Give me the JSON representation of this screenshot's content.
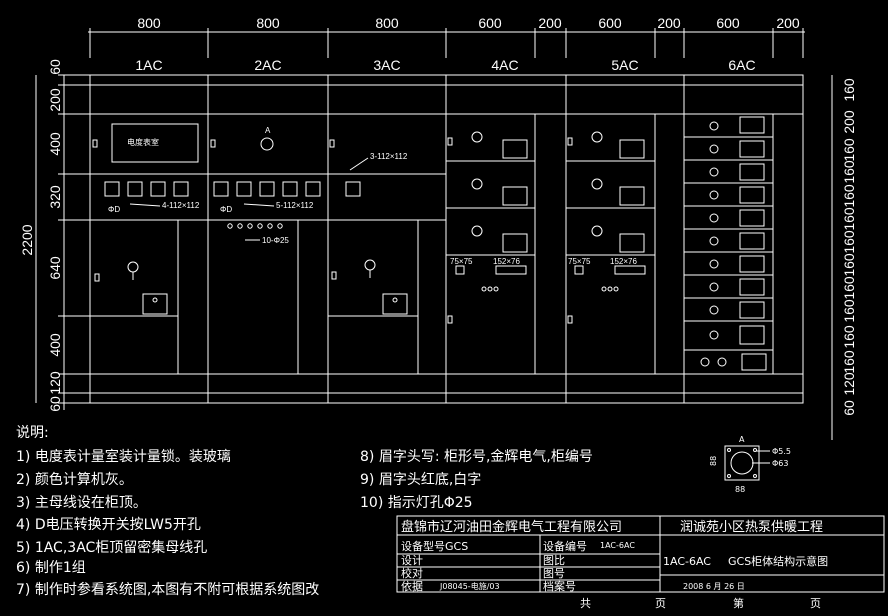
{
  "top_dims": [
    "800",
    "800",
    "800",
    "600",
    "200",
    "600",
    "200",
    "600",
    "200"
  ],
  "cabinets": [
    "1AC",
    "2AC",
    "3AC",
    "4AC",
    "5AC",
    "6AC"
  ],
  "left_dims": [
    "60",
    "200",
    "400",
    "320",
    "640",
    "400",
    "120",
    "60"
  ],
  "total_height": "2200",
  "right_dims": [
    "160",
    "200",
    "160",
    "160",
    "160",
    "160",
    "160",
    "160",
    "160",
    "160",
    "160",
    "160",
    "120",
    "60"
  ],
  "panel_labels": {
    "meter_box": "电度表室",
    "ammeter": "A",
    "hole_1ac": "4-112×112",
    "hole_2ac": "5-112×112",
    "hole_3ac": "3-112×112",
    "lamp_2ac": "10-Φ25",
    "d_label": "ΦD",
    "sq75": "75×75",
    "sq152": "152×76"
  },
  "notes": {
    "title": "说明:",
    "left": [
      "1) 电度表计量室装计量锁。装玻璃",
      "2) 颜色计算机灰。",
      "3) 主母线设在柜顶。",
      "4) D电压转换开关按LW5开孔",
      "5) 1AC,3AC柜顶留密集母线孔",
      "6) 制作1组",
      "7) 制作时参看系统图,本图有不附可根据系统图改"
    ],
    "right": [
      "8) 眉字头写: 柜形号,金辉电气,柜编号",
      "9) 眉字头红底,白字",
      "10) 指示灯孔Φ25"
    ]
  },
  "meter_detail": {
    "a": "A",
    "d1": "Φ5.5",
    "d2": "Φ63",
    "w": "88",
    "h": "88"
  },
  "title_block": {
    "company": "盘锦市辽河油田金辉电气工程有限公司",
    "project": "润诚苑小区热泵供暖工程",
    "model_label": "设备型号GCS",
    "code_label": "设备编号",
    "code_value": "1AC-6AC",
    "design": "设计",
    "drawing": "图比",
    "check": "校对",
    "sheet": "图号",
    "basis": "依据",
    "basis_value": "J08045-电施/03",
    "archive": "档案号",
    "range": "1AC-6AC",
    "drawing_title": "GCS柜体结构示意图",
    "date": "2008 6  月  26  日",
    "total": "共",
    "page": "页",
    "no": "第",
    "page2": "页"
  }
}
